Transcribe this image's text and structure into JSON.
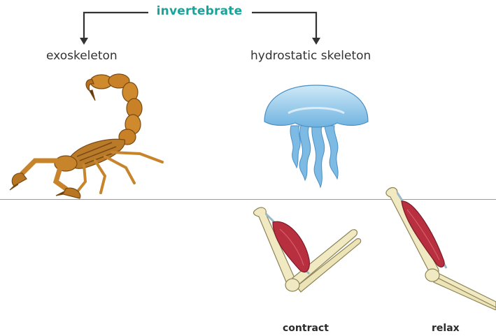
{
  "diagram": {
    "root": "invertebrate",
    "branches": [
      {
        "label": "exoskeleton",
        "illustration": "scorpion"
      },
      {
        "label": "hydrostatic skeleton",
        "illustration": "jellyfish"
      }
    ],
    "muscle_states": [
      {
        "label": "contract",
        "illustration": "bent-arm-contracted-muscle"
      },
      {
        "label": "relax",
        "illustration": "straight-arm-relaxed-muscle"
      }
    ],
    "colors": {
      "root_text": "#1aa39a",
      "connector": "#333333",
      "divider": "#9a9a9a",
      "scorpion": "#c8842a",
      "jellyfish": "#8cc6e8",
      "muscle": "#b83040",
      "bone": "#f0e9c2"
    }
  }
}
